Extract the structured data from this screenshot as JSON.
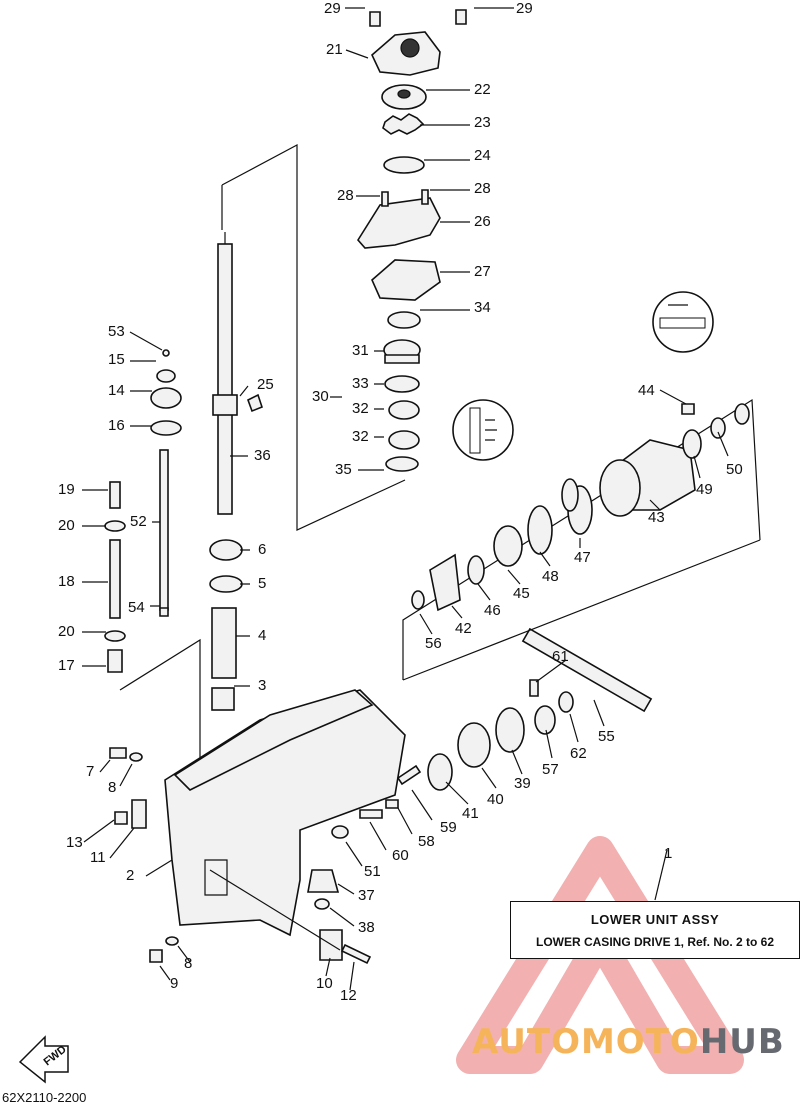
{
  "title": {
    "line1": "LOWER  UNIT  ASSY",
    "line2": "LOWER CASING DRIVE 1,  Ref. No. 2 to 62"
  },
  "watermark": {
    "part1": "AUTOMOTO",
    "part2": "HUB",
    "color_accent": "#f5b45a",
    "color_gray": "#666a70",
    "triangle_color": "#f08080"
  },
  "doc_id": "62X2110-2200",
  "fwd": "FWD",
  "callouts": {
    "c29a": "29",
    "c29b": "29",
    "c21": "21",
    "c22": "22",
    "c23": "23",
    "c24": "24",
    "c28a": "28",
    "c28b": "28",
    "c26": "26",
    "c27": "27",
    "c34": "34",
    "c31": "31",
    "c33": "33",
    "c30": "30",
    "c32a": "32",
    "c32b": "32",
    "c35": "35",
    "c53": "53",
    "c15": "15",
    "c14": "14",
    "c25": "25",
    "c16": "16",
    "c36": "36",
    "c19": "19",
    "c20a": "20",
    "c52": "52",
    "c6": "6",
    "c5": "5",
    "c18": "18",
    "c54": "54",
    "c4": "4",
    "c20b": "20",
    "c17": "17",
    "c3": "3",
    "c44": "44",
    "c50": "50",
    "c49": "49",
    "c43": "43",
    "c47": "47",
    "c48": "48",
    "c45": "45",
    "c46": "46",
    "c42": "42",
    "c56": "56",
    "c61": "61",
    "c55": "55",
    "c62": "62",
    "c57": "57",
    "c39": "39",
    "c40": "40",
    "c41": "41",
    "c7": "7",
    "c8a": "8",
    "c13": "13",
    "c11": "11",
    "c2": "2",
    "c59": "59",
    "c58": "58",
    "c60": "60",
    "c51": "51",
    "c37": "37",
    "c38": "38",
    "c1": "1",
    "c8b": "8",
    "c9": "9",
    "c10": "10",
    "c12": "12"
  }
}
